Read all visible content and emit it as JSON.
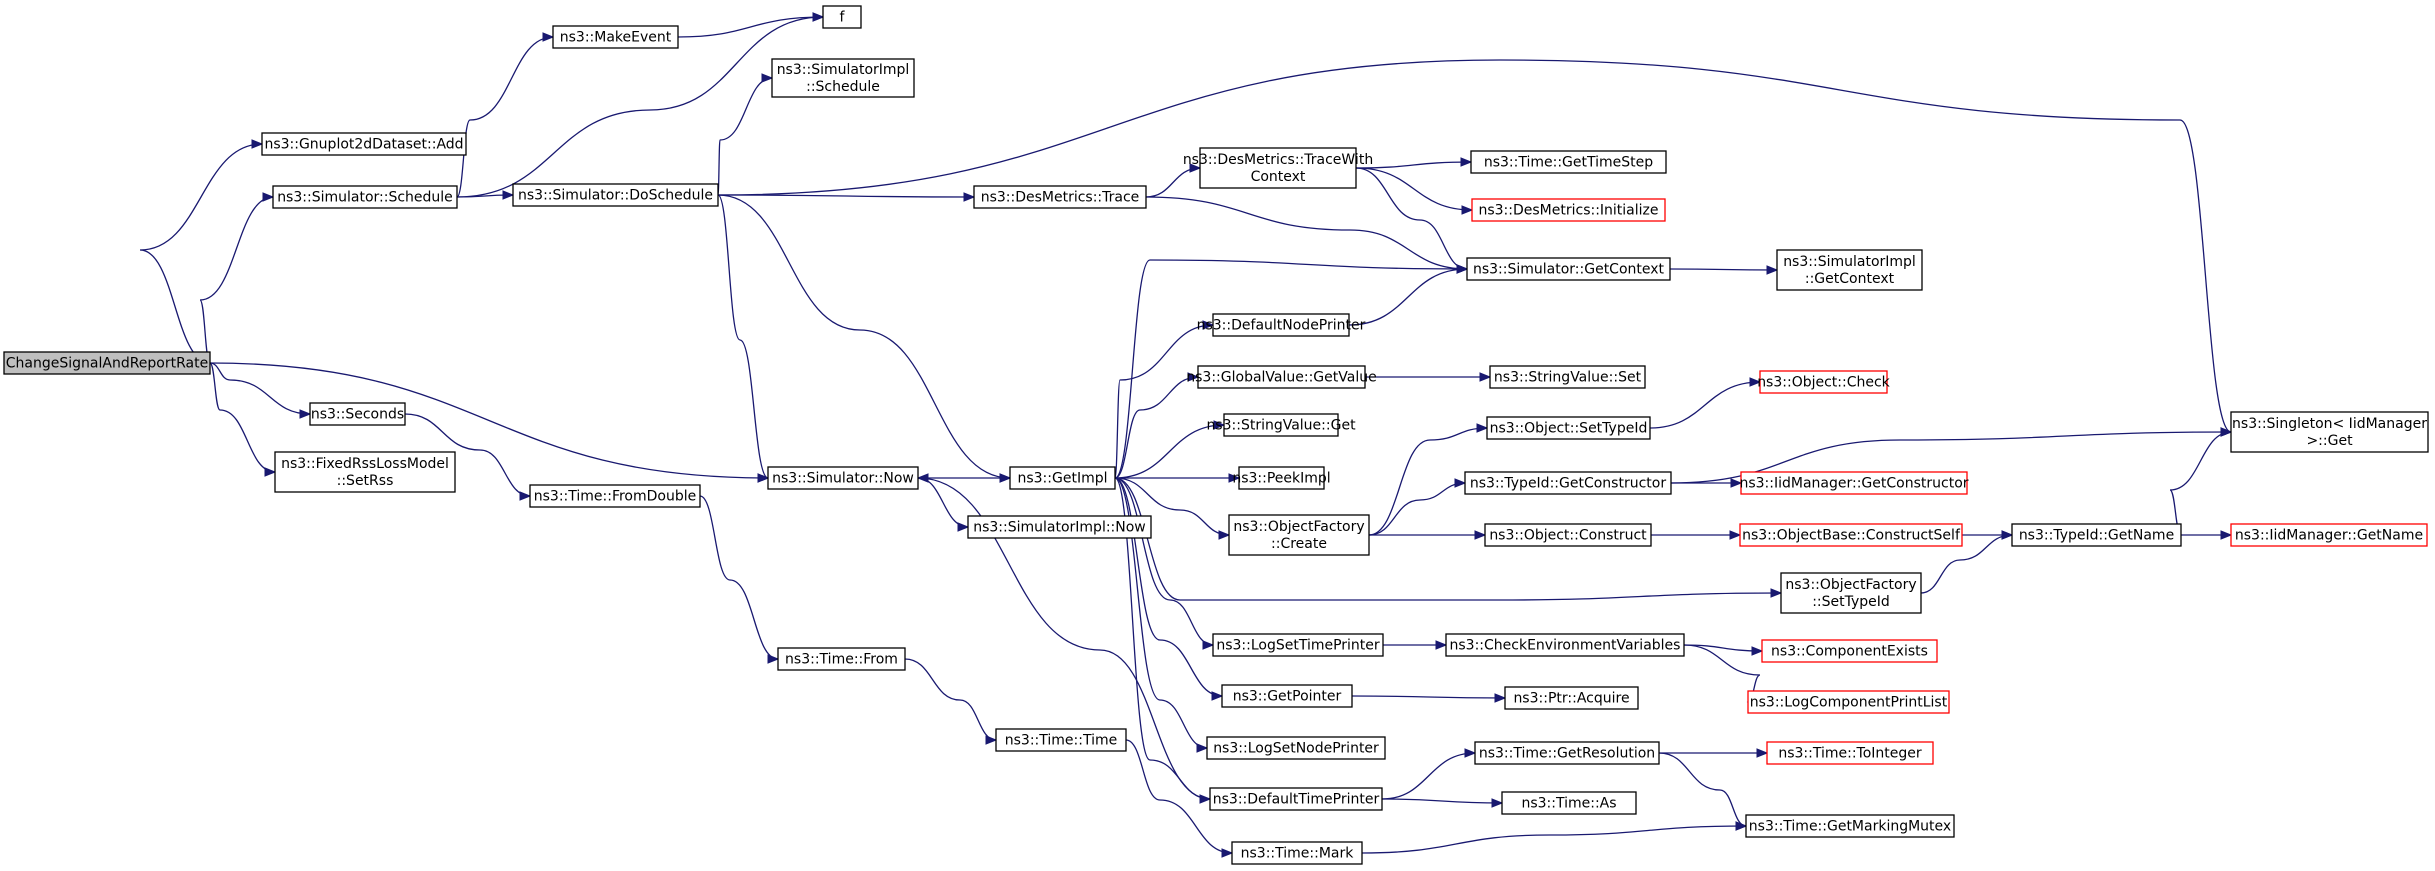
{
  "colors": {
    "edge": "#191970",
    "root_fill": "#bfbfbf",
    "missing_border": "#ff0000"
  },
  "nodes": [
    {
      "id": "root",
      "lines": [
        "ChangeSignalAndReportRate"
      ],
      "style": "root"
    },
    {
      "id": "gnuplot_add",
      "lines": [
        "ns3::Gnuplot2dDataset::Add"
      ]
    },
    {
      "id": "sim_schedule",
      "lines": [
        "ns3::Simulator::Schedule"
      ]
    },
    {
      "id": "seconds",
      "lines": [
        "ns3::Seconds"
      ]
    },
    {
      "id": "fixedrss",
      "lines": [
        "ns3::FixedRssLossModel",
        "::SetRss"
      ]
    },
    {
      "id": "makeevent",
      "lines": [
        "ns3::MakeEvent"
      ]
    },
    {
      "id": "f",
      "lines": [
        "f"
      ]
    },
    {
      "id": "simimpl_schedule",
      "lines": [
        "ns3::SimulatorImpl",
        "::Schedule"
      ]
    },
    {
      "id": "doschedule",
      "lines": [
        "ns3::Simulator::DoSchedule"
      ]
    },
    {
      "id": "fromdouble",
      "lines": [
        "ns3::Time::FromDouble"
      ]
    },
    {
      "id": "sim_now",
      "lines": [
        "ns3::Simulator::Now"
      ]
    },
    {
      "id": "time_from",
      "lines": [
        "ns3::Time::From"
      ]
    },
    {
      "id": "time_time",
      "lines": [
        "ns3::Time::Time"
      ]
    },
    {
      "id": "time_mark",
      "lines": [
        "ns3::Time::Mark"
      ]
    },
    {
      "id": "desmetrics_trace",
      "lines": [
        "ns3::DesMetrics::Trace"
      ]
    },
    {
      "id": "getimpl",
      "lines": [
        "ns3::GetImpl"
      ]
    },
    {
      "id": "simimpl_now",
      "lines": [
        "ns3::SimulatorImpl::Now"
      ]
    },
    {
      "id": "tracewithcontext",
      "lines": [
        "ns3::DesMetrics::TraceWith",
        "Context"
      ]
    },
    {
      "id": "defaultnodeprinter",
      "lines": [
        "ns3::DefaultNodePrinter"
      ]
    },
    {
      "id": "globalvalue_getvalue",
      "lines": [
        "ns3::GlobalValue::GetValue"
      ]
    },
    {
      "id": "stringvalue_get",
      "lines": [
        "ns3::StringValue::Get"
      ]
    },
    {
      "id": "peekimpl",
      "lines": [
        "ns3::PeekImpl"
      ]
    },
    {
      "id": "objectfactory_create",
      "lines": [
        "ns3::ObjectFactory",
        "::Create"
      ]
    },
    {
      "id": "logsettimeprinter",
      "lines": [
        "ns3::LogSetTimePrinter"
      ]
    },
    {
      "id": "getpointer",
      "lines": [
        "ns3::GetPointer"
      ]
    },
    {
      "id": "logsetnodeprinter",
      "lines": [
        "ns3::LogSetNodePrinter"
      ]
    },
    {
      "id": "defaulttimeprinter",
      "lines": [
        "ns3::DefaultTimePrinter"
      ]
    },
    {
      "id": "gettimestep",
      "lines": [
        "ns3::Time::GetTimeStep"
      ]
    },
    {
      "id": "desmetrics_initialize",
      "lines": [
        "ns3::DesMetrics::Initialize"
      ],
      "style": "red"
    },
    {
      "id": "sim_getcontext",
      "lines": [
        "ns3::Simulator::GetContext"
      ]
    },
    {
      "id": "stringvalue_set",
      "lines": [
        "ns3::StringValue::Set"
      ]
    },
    {
      "id": "object_settypeid",
      "lines": [
        "ns3::Object::SetTypeId"
      ]
    },
    {
      "id": "typeid_getconstructor",
      "lines": [
        "ns3::TypeId::GetConstructor"
      ]
    },
    {
      "id": "object_construct",
      "lines": [
        "ns3::Object::Construct"
      ]
    },
    {
      "id": "checkenv",
      "lines": [
        "ns3::CheckEnvironmentVariables"
      ]
    },
    {
      "id": "ptr_acquire",
      "lines": [
        "ns3::Ptr::Acquire"
      ]
    },
    {
      "id": "getresolution",
      "lines": [
        "ns3::Time::GetResolution"
      ]
    },
    {
      "id": "time_as",
      "lines": [
        "ns3::Time::As"
      ]
    },
    {
      "id": "simimpl_getcontext",
      "lines": [
        "ns3::SimulatorImpl",
        "::GetContext"
      ]
    },
    {
      "id": "object_check",
      "lines": [
        "ns3::Object::Check"
      ],
      "style": "red"
    },
    {
      "id": "iidmanager_getconstructor",
      "lines": [
        "ns3::IidManager::GetConstructor"
      ],
      "style": "red"
    },
    {
      "id": "objectbase_constructself",
      "lines": [
        "ns3::ObjectBase::ConstructSelf"
      ],
      "style": "red"
    },
    {
      "id": "objectfactory_settypeid",
      "lines": [
        "ns3::ObjectFactory",
        "::SetTypeId"
      ]
    },
    {
      "id": "componentexists",
      "lines": [
        "ns3::ComponentExists"
      ],
      "style": "red"
    },
    {
      "id": "logcomponentprintlist",
      "lines": [
        "ns3::LogComponentPrintList"
      ],
      "style": "red"
    },
    {
      "id": "totinteger",
      "lines": [
        "ns3::Time::ToInteger"
      ],
      "style": "red"
    },
    {
      "id": "getmarkingmutex",
      "lines": [
        "ns3::Time::GetMarkingMutex"
      ]
    },
    {
      "id": "typeid_getname",
      "lines": [
        "ns3::TypeId::GetName"
      ]
    },
    {
      "id": "singleton_get",
      "lines": [
        "ns3::Singleton< IidManager",
        " >::Get"
      ]
    },
    {
      "id": "iidmanager_getname",
      "lines": [
        "ns3::IidManager::GetName"
      ],
      "style": "red"
    }
  ],
  "edges": [
    [
      "root",
      "gnuplot_add"
    ],
    [
      "root",
      "sim_schedule"
    ],
    [
      "root",
      "seconds"
    ],
    [
      "root",
      "fixedrss"
    ],
    [
      "root",
      "sim_now"
    ],
    [
      "sim_schedule",
      "makeevent"
    ],
    [
      "sim_schedule",
      "f"
    ],
    [
      "sim_schedule",
      "doschedule"
    ],
    [
      "makeevent",
      "f"
    ],
    [
      "doschedule",
      "simimpl_schedule"
    ],
    [
      "doschedule",
      "sim_now"
    ],
    [
      "doschedule",
      "getimpl"
    ],
    [
      "doschedule",
      "desmetrics_trace"
    ],
    [
      "doschedule",
      "singleton_get"
    ],
    [
      "seconds",
      "fromdouble"
    ],
    [
      "fromdouble",
      "time_from"
    ],
    [
      "time_from",
      "time_time"
    ],
    [
      "time_time",
      "time_mark"
    ],
    [
      "time_mark",
      "getmarkingmutex"
    ],
    [
      "sim_now",
      "getimpl"
    ],
    [
      "sim_now",
      "simimpl_now"
    ],
    [
      "desmetrics_trace",
      "tracewithcontext"
    ],
    [
      "desmetrics_trace",
      "sim_getcontext"
    ],
    [
      "tracewithcontext",
      "gettimestep"
    ],
    [
      "tracewithcontext",
      "desmetrics_initialize"
    ],
    [
      "tracewithcontext",
      "sim_getcontext"
    ],
    [
      "getimpl",
      "sim_getcontext"
    ],
    [
      "getimpl",
      "defaultnodeprinter"
    ],
    [
      "getimpl",
      "globalvalue_getvalue"
    ],
    [
      "getimpl",
      "stringvalue_get"
    ],
    [
      "getimpl",
      "peekimpl"
    ],
    [
      "getimpl",
      "objectfactory_create"
    ],
    [
      "getimpl",
      "objectfactory_settypeid"
    ],
    [
      "getimpl",
      "logsettimeprinter"
    ],
    [
      "getimpl",
      "getpointer"
    ],
    [
      "getimpl",
      "logsetnodeprinter"
    ],
    [
      "getimpl",
      "defaulttimeprinter"
    ],
    [
      "defaultnodeprinter",
      "sim_getcontext"
    ],
    [
      "sim_getcontext",
      "simimpl_getcontext"
    ],
    [
      "globalvalue_getvalue",
      "stringvalue_set"
    ],
    [
      "objectfactory_create",
      "object_settypeid"
    ],
    [
      "objectfactory_create",
      "typeid_getconstructor"
    ],
    [
      "objectfactory_create",
      "object_construct"
    ],
    [
      "object_settypeid",
      "object_check"
    ],
    [
      "typeid_getconstructor",
      "iidmanager_getconstructor"
    ],
    [
      "typeid_getconstructor",
      "singleton_get"
    ],
    [
      "object_construct",
      "objectbase_constructself"
    ],
    [
      "objectbase_constructself",
      "typeid_getname"
    ],
    [
      "objectfactory_settypeid",
      "typeid_getname"
    ],
    [
      "typeid_getname",
      "singleton_get"
    ],
    [
      "typeid_getname",
      "iidmanager_getname"
    ],
    [
      "logsettimeprinter",
      "checkenv"
    ],
    [
      "checkenv",
      "componentexists"
    ],
    [
      "checkenv",
      "logcomponentprintlist"
    ],
    [
      "getpointer",
      "ptr_acquire"
    ],
    [
      "defaulttimeprinter",
      "sim_now"
    ],
    [
      "defaulttimeprinter",
      "getresolution"
    ],
    [
      "defaulttimeprinter",
      "time_as"
    ],
    [
      "getresolution",
      "totinteger"
    ],
    [
      "getresolution",
      "getmarkingmutex"
    ]
  ]
}
